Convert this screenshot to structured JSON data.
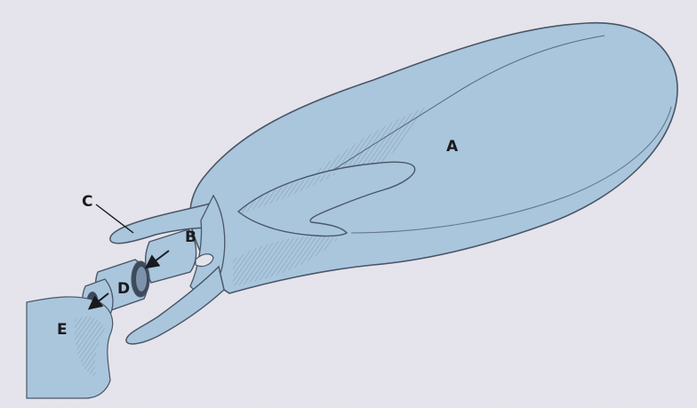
{
  "labels": {
    "a": "A",
    "b": "B",
    "c": "C",
    "d": "D",
    "e": "E"
  },
  "colors": {
    "paper": "#e4e2ea",
    "fill": "#a9c6dc",
    "ink": "#4a5668",
    "shade": "#5f6f85",
    "text": "#1a1a1e"
  }
}
